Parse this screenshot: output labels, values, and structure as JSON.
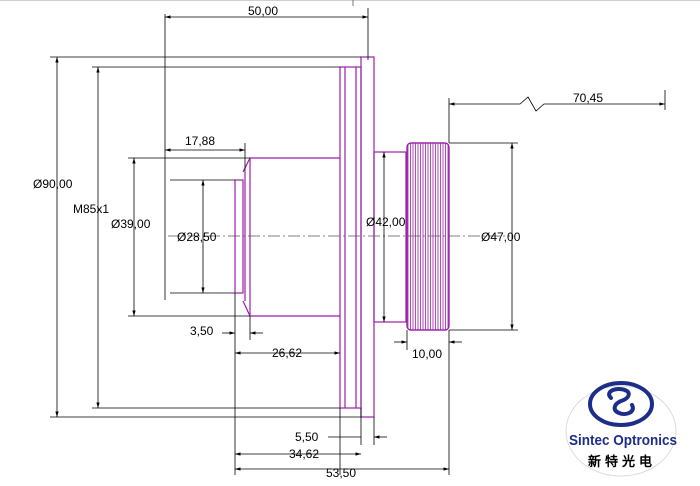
{
  "dimensions": {
    "top_length": "50,00",
    "right_length": "70,45",
    "step_length": "17,88",
    "dia_outer": "Ø90,00",
    "thread": "M85x1",
    "dia_39": "Ø39,00",
    "dia_28": "Ø28,50",
    "dia_42": "Ø42,00",
    "dia_47": "Ø47,00",
    "len_3_50": "3,50",
    "len_26_62": "26,62",
    "len_10_00": "10,00",
    "len_5_50": "5,50",
    "len_34_62": "34,62",
    "len_53_50": "53,50"
  },
  "logo": {
    "brand": "Sintec Optronics",
    "chinese": "新特光电"
  },
  "colors": {
    "part_outline": "#9b1ea8",
    "dimension_line": "#000000",
    "centerline": "#555555",
    "logo_blue": "#1c2e8a"
  }
}
